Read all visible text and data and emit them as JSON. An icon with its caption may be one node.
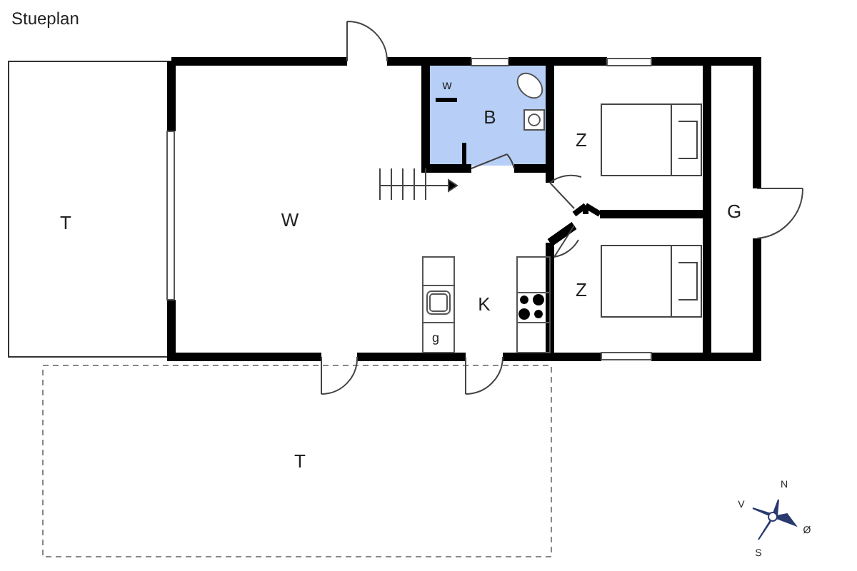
{
  "diagram": {
    "title": "Stueplan",
    "labels": [
      "w",
      "B",
      "Z",
      "T",
      "W",
      "G",
      "Z",
      "K",
      "g",
      "T",
      "N",
      "V",
      "Ø",
      "S"
    ]
  }
}
